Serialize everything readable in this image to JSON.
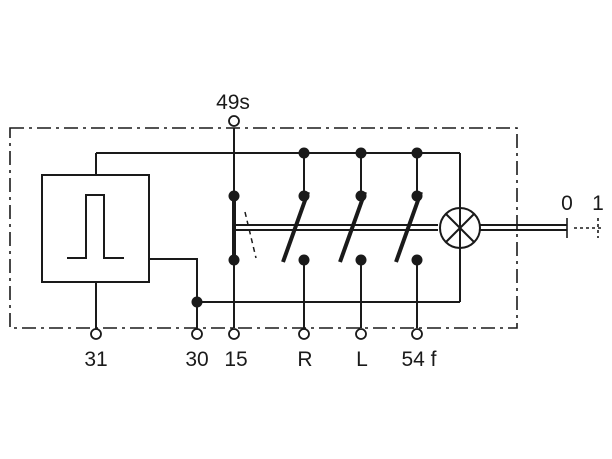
{
  "diagram": {
    "top_terminal": "49s",
    "bottom_terminals": [
      "31",
      "30",
      "15",
      "R",
      "L",
      "54 f"
    ],
    "switch_positions": [
      "0",
      "1"
    ],
    "icons": {
      "pulse_generator": "square-pulse-icon",
      "lamp": "indicator-lamp-icon",
      "switch_lever": "switch-lever-icon"
    }
  }
}
